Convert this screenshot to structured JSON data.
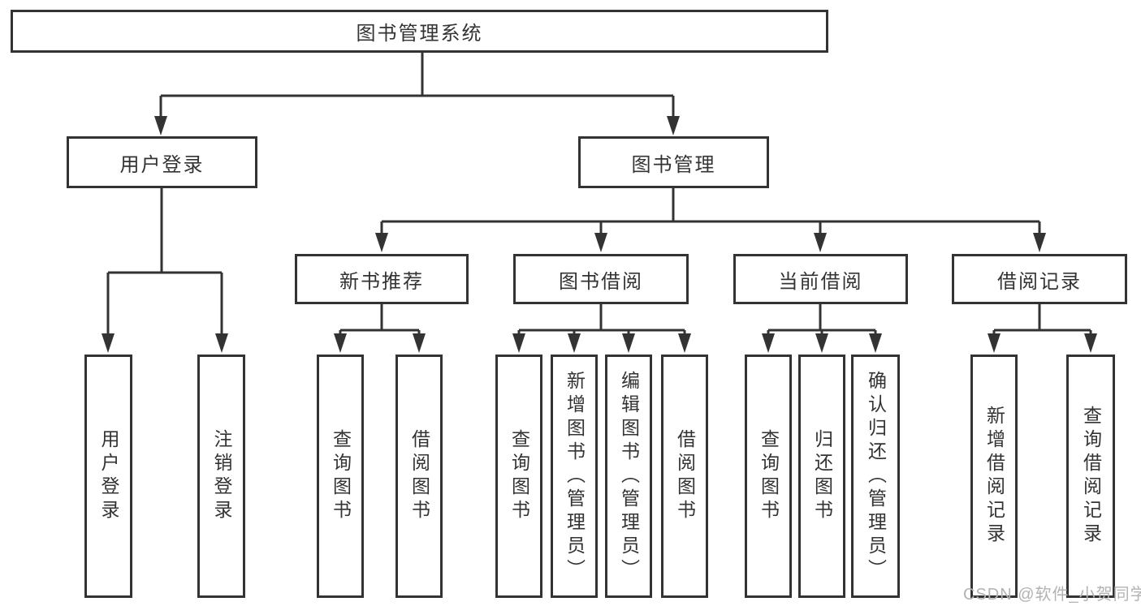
{
  "diagram": {
    "root": {
      "label": "图书管理系统"
    },
    "branches": [
      {
        "label": "用户登录",
        "children": [
          {
            "label": "用户登录"
          },
          {
            "label": "注销登录"
          }
        ]
      },
      {
        "label": "图书管理",
        "children": [
          {
            "label": "新书推荐",
            "children": [
              {
                "label": "查询图书"
              },
              {
                "label": "借阅图书"
              }
            ]
          },
          {
            "label": "图书借阅",
            "children": [
              {
                "label": "查询图书"
              },
              {
                "label": "新增图书（管理员）"
              },
              {
                "label": "编辑图书（管理员）"
              },
              {
                "label": "借阅图书"
              }
            ]
          },
          {
            "label": "当前借阅",
            "children": [
              {
                "label": "查询图书"
              },
              {
                "label": "归还图书"
              },
              {
                "label": "确认归还（管理员）"
              }
            ]
          },
          {
            "label": "借阅记录",
            "children": [
              {
                "label": "新增借阅记录"
              },
              {
                "label": "查询借阅记录"
              }
            ]
          }
        ]
      }
    ]
  },
  "watermark": {
    "text": "CSDN @软件_小贺同学"
  },
  "colors": {
    "line": "#333333",
    "box_border": "#333333",
    "box_background": "#ffffff",
    "text": "#333333",
    "watermark": "#b3b3b3",
    "page_background": "#ffffff"
  }
}
